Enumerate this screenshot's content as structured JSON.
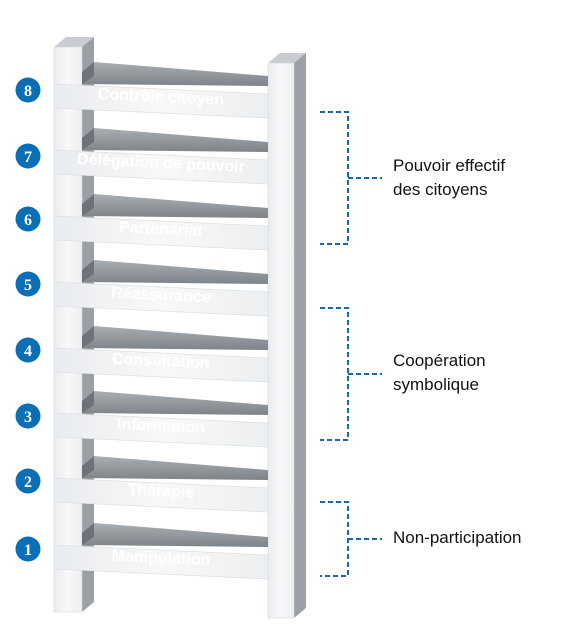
{
  "rungs": [
    {
      "number": "1",
      "label": "Manipulation"
    },
    {
      "number": "2",
      "label": "Thérapie"
    },
    {
      "number": "3",
      "label": "Information"
    },
    {
      "number": "4",
      "label": "Consultation"
    },
    {
      "number": "5",
      "label": "Réassurance"
    },
    {
      "number": "6",
      "label": "Partenariat"
    },
    {
      "number": "7",
      "label": "Délégation de pouvoir"
    },
    {
      "number": "8",
      "label": "Contrôle citoyen"
    }
  ],
  "groups": [
    {
      "line1": "Pouvoir effectif",
      "line2": "des citoyens"
    },
    {
      "line1": "Coopération",
      "line2": "symbolique"
    },
    {
      "line1": "Non-participation",
      "line2": ""
    }
  ],
  "colors": {
    "badge": "#0a6fb5",
    "bracket": "#1a67ad",
    "ladder_face": "#f1f3f5",
    "ladder_side": "#9aa0a5",
    "ladder_dark": "#6d7378",
    "rung_text": "#ffffff"
  }
}
